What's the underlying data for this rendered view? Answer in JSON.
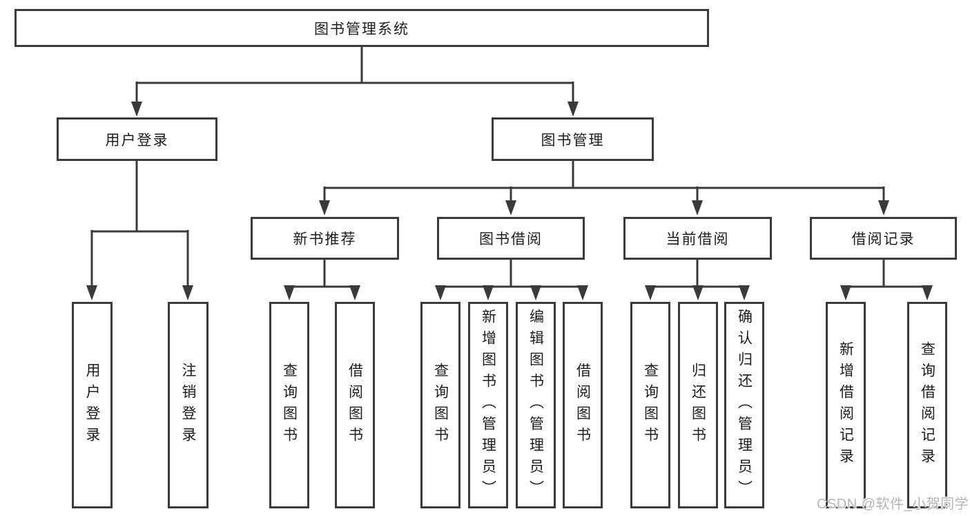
{
  "tree": {
    "root": {
      "label": "图书管理系统",
      "children": [
        {
          "label": "用户登录",
          "children": [
            {
              "label": "用户登录"
            },
            {
              "label": "注销登录"
            }
          ]
        },
        {
          "label": "图书管理",
          "children": [
            {
              "label": "新书推荐",
              "children": [
                {
                  "label": "查询图书"
                },
                {
                  "label": "借阅图书"
                }
              ]
            },
            {
              "label": "图书借阅",
              "children": [
                {
                  "label": "查询图书"
                },
                {
                  "label": "新增图书（管理员）"
                },
                {
                  "label": "编辑图书（管理员）"
                },
                {
                  "label": "借阅图书"
                }
              ]
            },
            {
              "label": "当前借阅",
              "children": [
                {
                  "label": "查询图书"
                },
                {
                  "label": "归还图书"
                },
                {
                  "label": "确认归还（管理员）"
                }
              ]
            },
            {
              "label": "借阅记录",
              "children": [
                {
                  "label": "新增借阅记录"
                },
                {
                  "label": "查询借阅记录"
                }
              ]
            }
          ]
        }
      ]
    }
  },
  "watermark": {
    "text": "CSDN @软件_小贺同学"
  },
  "colors": {
    "background": "#ffffff",
    "line": "#3a3a3a",
    "text": "#1c1c1c",
    "watermark": "#b5b5b5"
  }
}
